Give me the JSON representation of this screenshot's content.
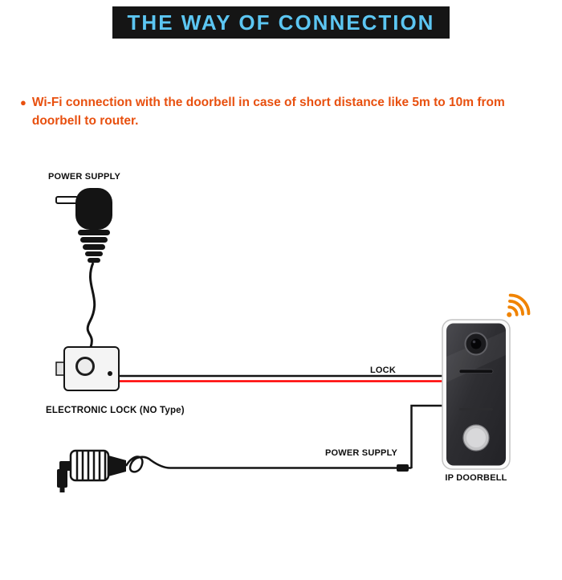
{
  "colors": {
    "banner-bg": "#151515",
    "accent": "#5cc6f2",
    "orange": "#e8500f",
    "wifi-orange": "#f08300",
    "wire-red": "#ff0000",
    "ink": "#141414"
  },
  "header": {
    "title": "THE WAY OF CONNECTION"
  },
  "intro": {
    "bullet": "●",
    "text": "Wi-Fi connection with the doorbell in case of short distance like 5m to 10m from doorbell to router."
  },
  "diagram": {
    "power_supply_top_label": "POWER SUPPLY",
    "electronic_lock_label": "ELECTRONIC LOCK (NO Type)",
    "lock_wire_label": "LOCK",
    "power_supply_bottom_label": "POWER SUPPLY",
    "ip_doorbell_label": "IP DOORBELL"
  }
}
